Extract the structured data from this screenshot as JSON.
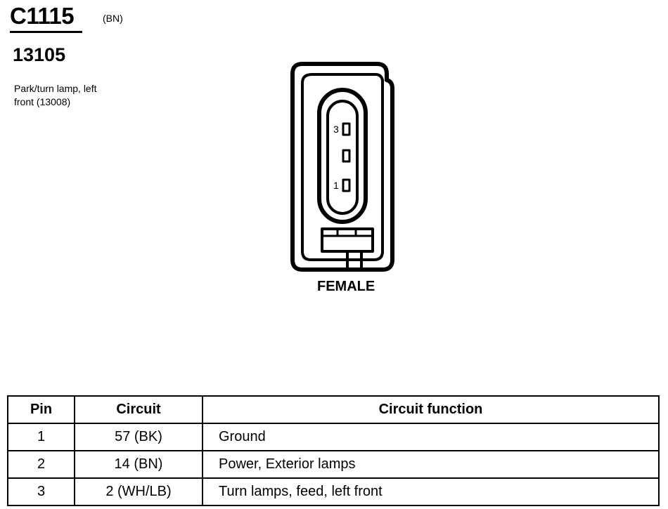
{
  "connector": {
    "id": "C1115",
    "color_code": "(BN)",
    "part_number": "13105",
    "description_line1": "Park/turn lamp, left",
    "description_line2": "front (13008)"
  },
  "diagram": {
    "view": "FEMALE",
    "cavity_labels": [
      "3",
      "1"
    ]
  },
  "table": {
    "headers": [
      "Pin",
      "Circuit",
      "Circuit function"
    ],
    "rows": [
      {
        "pin": "1",
        "circuit": "57 (BK)",
        "function": "Ground"
      },
      {
        "pin": "2",
        "circuit": "14 (BN)",
        "function": "Power, Exterior lamps"
      },
      {
        "pin": "3",
        "circuit": "2 (WH/LB)",
        "function": "Turn lamps, feed, left front"
      }
    ]
  }
}
